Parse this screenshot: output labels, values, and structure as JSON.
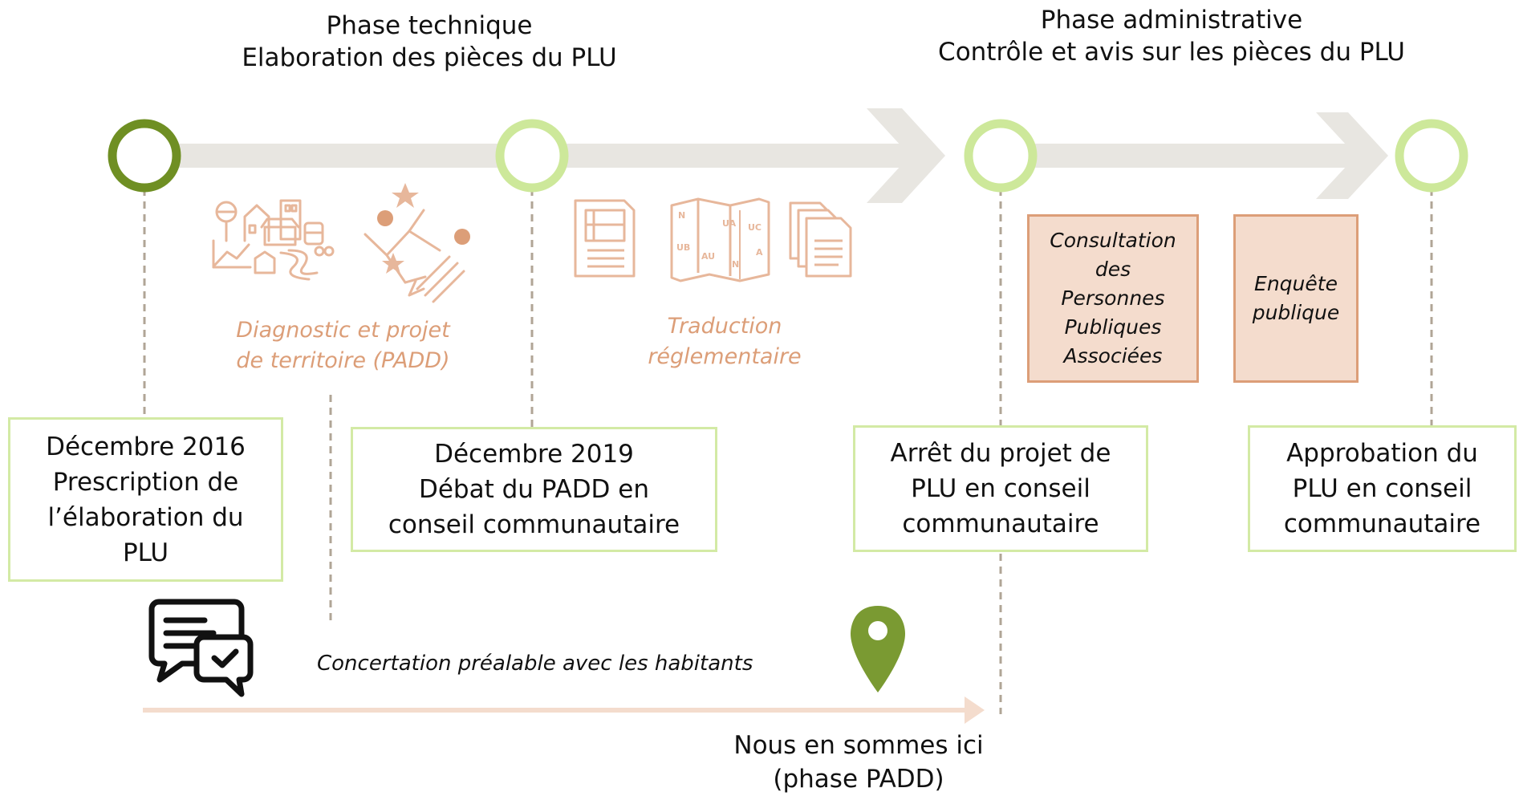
{
  "phases": {
    "technique": {
      "line1": "Phase technique",
      "line2": "Elaboration des pièces du PLU"
    },
    "administrative": {
      "line1": "Phase administrative",
      "line2": "Contrôle et avis sur les pièces du PLU"
    }
  },
  "milestones": [
    {
      "lines": [
        "Décembre 2016",
        "Prescription de",
        "l’élaboration du",
        "PLU"
      ],
      "status": "completed"
    },
    {
      "lines": [
        "Décembre 2019",
        "Débat du PADD en",
        "conseil communautaire"
      ],
      "status": "upcoming"
    },
    {
      "lines": [
        "Arrêt du projet de",
        "PLU en conseil",
        "communautaire"
      ],
      "status": "upcoming"
    },
    {
      "lines": [
        "Approbation du",
        "PLU en conseil",
        "communautaire"
      ],
      "status": "upcoming"
    }
  ],
  "steps": {
    "diagnostic": {
      "line1": "Diagnostic et projet",
      "line2": "de territoire (PADD)"
    },
    "traduction": {
      "line1": "Traduction",
      "line2": "réglementaire"
    }
  },
  "map_zone_labels": [
    "N",
    "UA",
    "UC",
    "UB",
    "AU",
    "N",
    "A"
  ],
  "admin_steps": {
    "consultation": [
      "Consultation",
      "des",
      "Personnes",
      "Publiques",
      "Associées"
    ],
    "enquete": [
      "Enquête",
      "publique"
    ]
  },
  "concertation": "Concertation préalable avec les habitants",
  "current_position": {
    "line1": "Nous en sommes ici",
    "line2": "(phase PADD)"
  },
  "icons": {
    "diagnostic": "town-analysis-icon",
    "padd": "territory-project-map-icon",
    "plan": "plan-document-icon",
    "zoning": "zoning-map-icon",
    "documents": "documents-stack-icon",
    "concertation": "chat-bubbles-icon",
    "location": "location-pin-icon"
  },
  "colors": {
    "completed_node": "#6f8f23",
    "upcoming_node": "#cde89a",
    "arrow": "#e8e6e1",
    "box_border": "#d3eaa5",
    "accent_orange": "#dc9e78",
    "admin_fill": "#f4dccd",
    "pin": "#7a9a32",
    "connector": "#b0a596"
  }
}
